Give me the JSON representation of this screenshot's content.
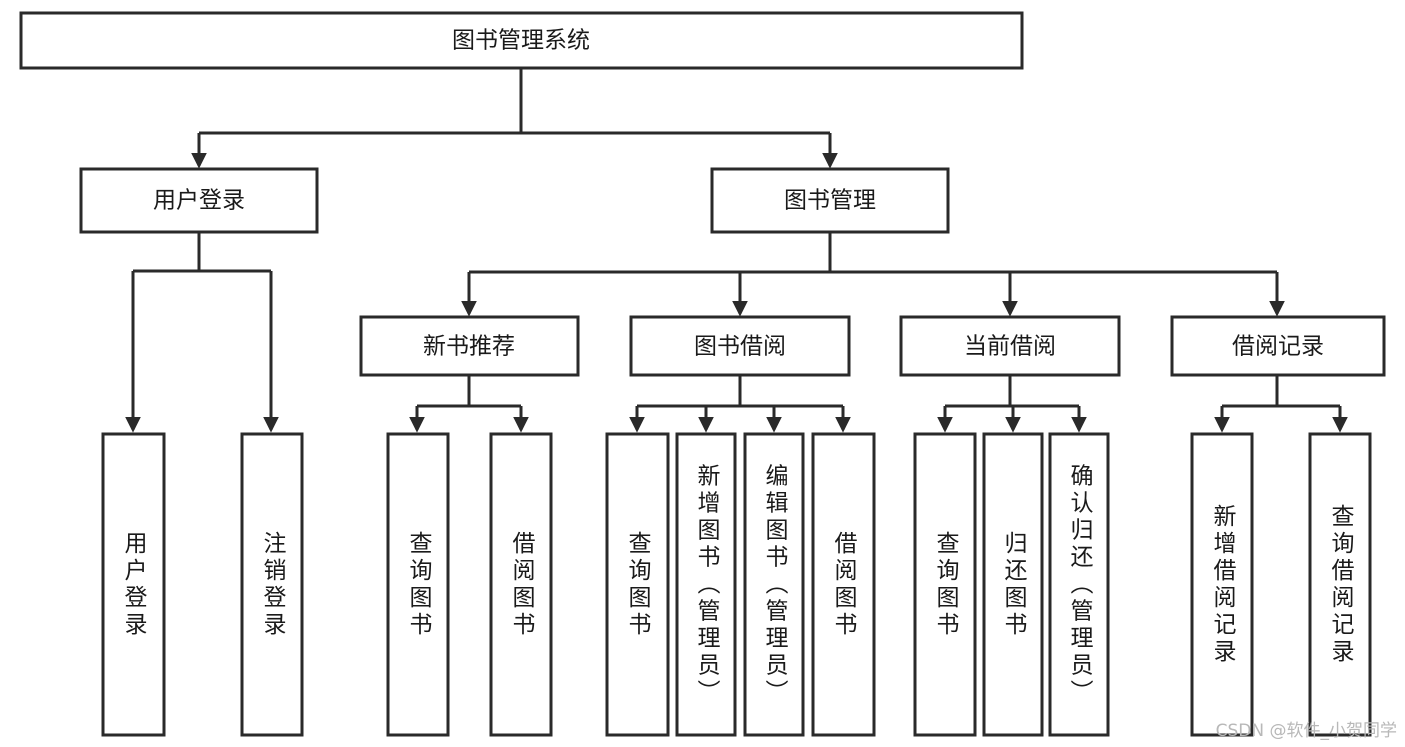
{
  "diagram": {
    "type": "tree-hierarchy",
    "title": "图书管理系统",
    "watermark": "CSDN @软件_小贺同学",
    "colors": {
      "background": "#ffffff",
      "stroke": "#2a2a2a",
      "node_fill": "#ffffff",
      "text": "#1a1a1a",
      "watermark": "#b8b8b8"
    },
    "nodes": {
      "root": {
        "label": "图书管理系统"
      },
      "level2": [
        {
          "id": "user-login",
          "label": "用户登录"
        },
        {
          "id": "book-management",
          "label": "图书管理"
        }
      ],
      "level3": [
        {
          "id": "new-book-recommend",
          "label": "新书推荐"
        },
        {
          "id": "book-borrow",
          "label": "图书借阅"
        },
        {
          "id": "current-borrow",
          "label": "当前借阅"
        },
        {
          "id": "borrow-record",
          "label": "借阅记录"
        }
      ],
      "leaves": [
        {
          "id": "leaf-user-login",
          "label": "用户登录",
          "parent": "user-login"
        },
        {
          "id": "leaf-user-logout",
          "label": "注销登录",
          "parent": "user-login"
        },
        {
          "id": "leaf-query-book-1",
          "label": "查询图书",
          "parent": "new-book-recommend"
        },
        {
          "id": "leaf-borrow-book-1",
          "label": "借阅图书",
          "parent": "new-book-recommend"
        },
        {
          "id": "leaf-query-book-2",
          "label": "查询图书",
          "parent": "book-borrow"
        },
        {
          "id": "leaf-add-book",
          "label": "新增图书（管理员）",
          "parent": "book-borrow"
        },
        {
          "id": "leaf-edit-book",
          "label": "编辑图书（管理员）",
          "parent": "book-borrow"
        },
        {
          "id": "leaf-borrow-book-2",
          "label": "借阅图书",
          "parent": "book-borrow"
        },
        {
          "id": "leaf-query-book-3",
          "label": "查询图书",
          "parent": "current-borrow"
        },
        {
          "id": "leaf-return-book",
          "label": "归还图书",
          "parent": "current-borrow"
        },
        {
          "id": "leaf-confirm-return",
          "label": "确认归还（管理员）",
          "parent": "current-borrow"
        },
        {
          "id": "leaf-add-record",
          "label": "新增借阅记录",
          "parent": "borrow-record"
        },
        {
          "id": "leaf-query-record",
          "label": "查询借阅记录",
          "parent": "borrow-record"
        }
      ]
    }
  }
}
